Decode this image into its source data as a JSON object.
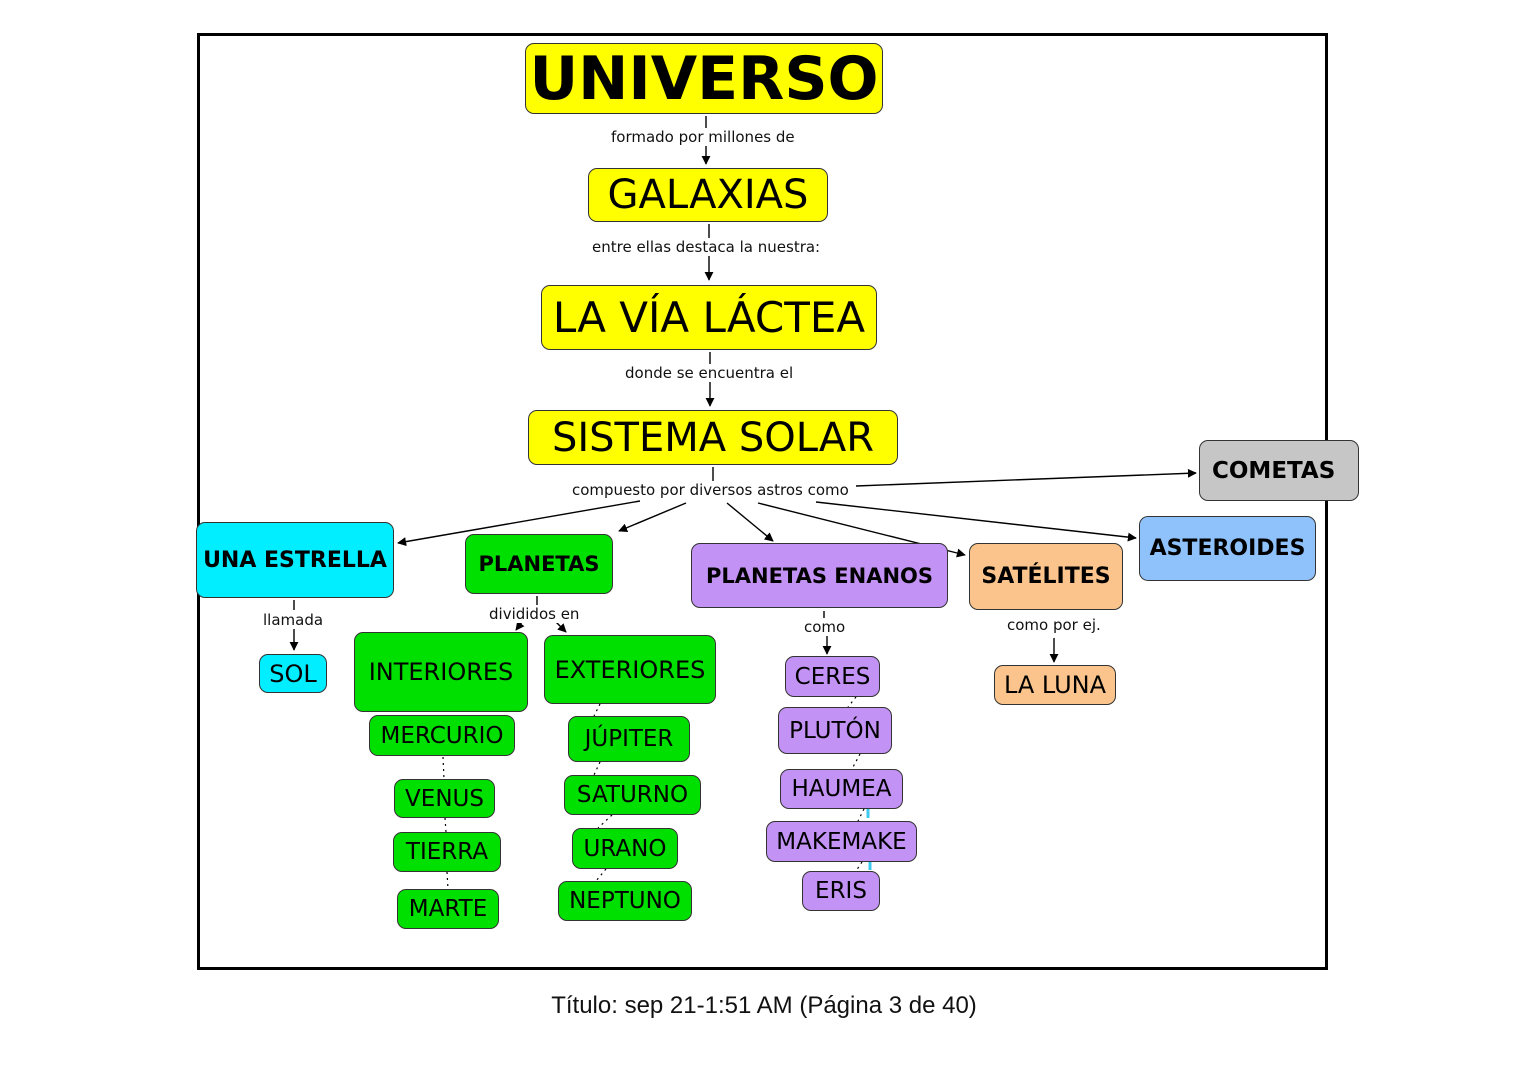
{
  "nodes": {
    "universo": "UNIVERSO",
    "galaxias": "GALAXIAS",
    "via_lactea": "LA VÍA LÁCTEA",
    "sistema_solar": "SISTEMA SOLAR",
    "cometas": "COMETAS",
    "una_estrella": "UNA ESTRELLA",
    "planetas": "PLANETAS",
    "planetas_enanos": "PLANETAS ENANOS",
    "satelites": "SATÉLITES",
    "asteroides": "ASTEROIDES",
    "sol": "SOL",
    "interiores": "INTERIORES",
    "exteriores": "EXTERIORES",
    "mercurio": "MERCURIO",
    "venus": "VENUS",
    "tierra": "TIERRA",
    "marte": "MARTE",
    "jupiter": "JÚPITER",
    "saturno": "SATURNO",
    "urano": "URANO",
    "neptuno": "NEPTUNO",
    "ceres": "CERES",
    "pluton": "PLUTÓN",
    "haumea": "HAUMEA",
    "makemake": "MAKEMAKE",
    "eris": "ERIS",
    "la_luna": "LA LUNA"
  },
  "links": {
    "formado_por": "formado por millones de",
    "entre_ellas": "entre ellas destaca la nuestra:",
    "donde_se": "donde se encuentra el",
    "compuesto_por": "compuesto por diversos astros como",
    "llamada": "llamada",
    "divididos_en": "divididos en",
    "como": "como",
    "como_por_ej": "como por ej."
  },
  "colors": {
    "yellow": "#ffff00",
    "green": "#00e000",
    "cyan": "#00eeff",
    "purple": "#c392f5",
    "orange": "#fbc48c",
    "blue": "#8fc2fb",
    "gray": "#c6c6c6"
  },
  "footer": "Título: sep 21-1:51 AM (Página 3 de 40)"
}
